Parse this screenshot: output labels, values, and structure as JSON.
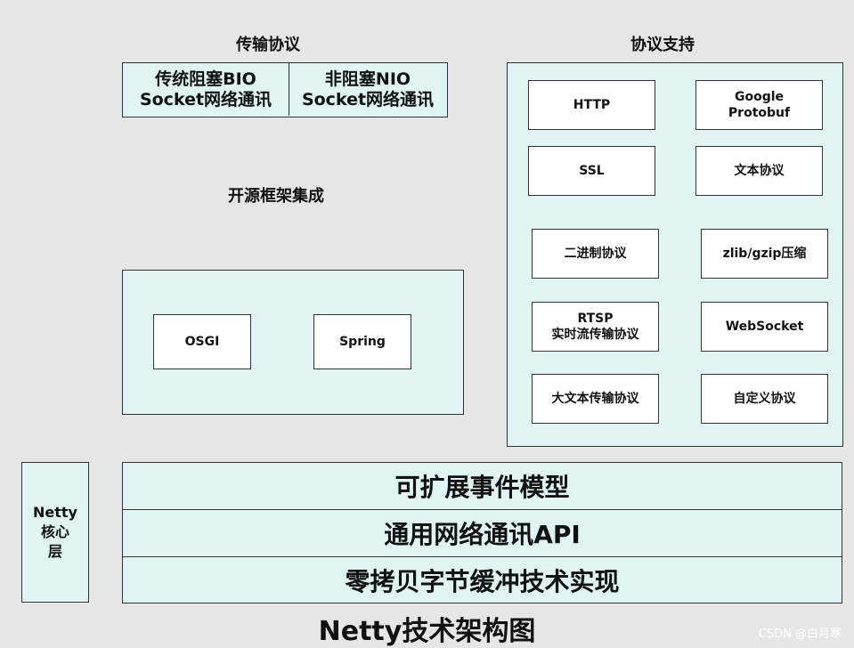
{
  "transport": {
    "title": "传输协议",
    "bio": "传统阻塞BIO\nSocket网络通讯",
    "nio": "非阻塞NIO\nSocket网络通讯"
  },
  "framework": {
    "title": "开源框架集成",
    "items": [
      "OSGI",
      "Spring"
    ]
  },
  "protocols": {
    "title": "协议支持",
    "items": [
      "HTTP",
      "Google\nProtobuf",
      "SSL",
      "文本协议",
      "二进制协议",
      "zlib/gzip压缩",
      "RTSP\n实时流传输协议",
      "WebSocket",
      "大文本传输协议",
      "自定义协议"
    ]
  },
  "core": {
    "label": "Netty\n核心\n层",
    "layers": [
      "可扩展事件模型",
      "通用网络通讯API",
      "零拷贝字节缓冲技术实现"
    ]
  },
  "diagram_title": "Netty技术架构图",
  "watermark": "CSDN @白月寒"
}
